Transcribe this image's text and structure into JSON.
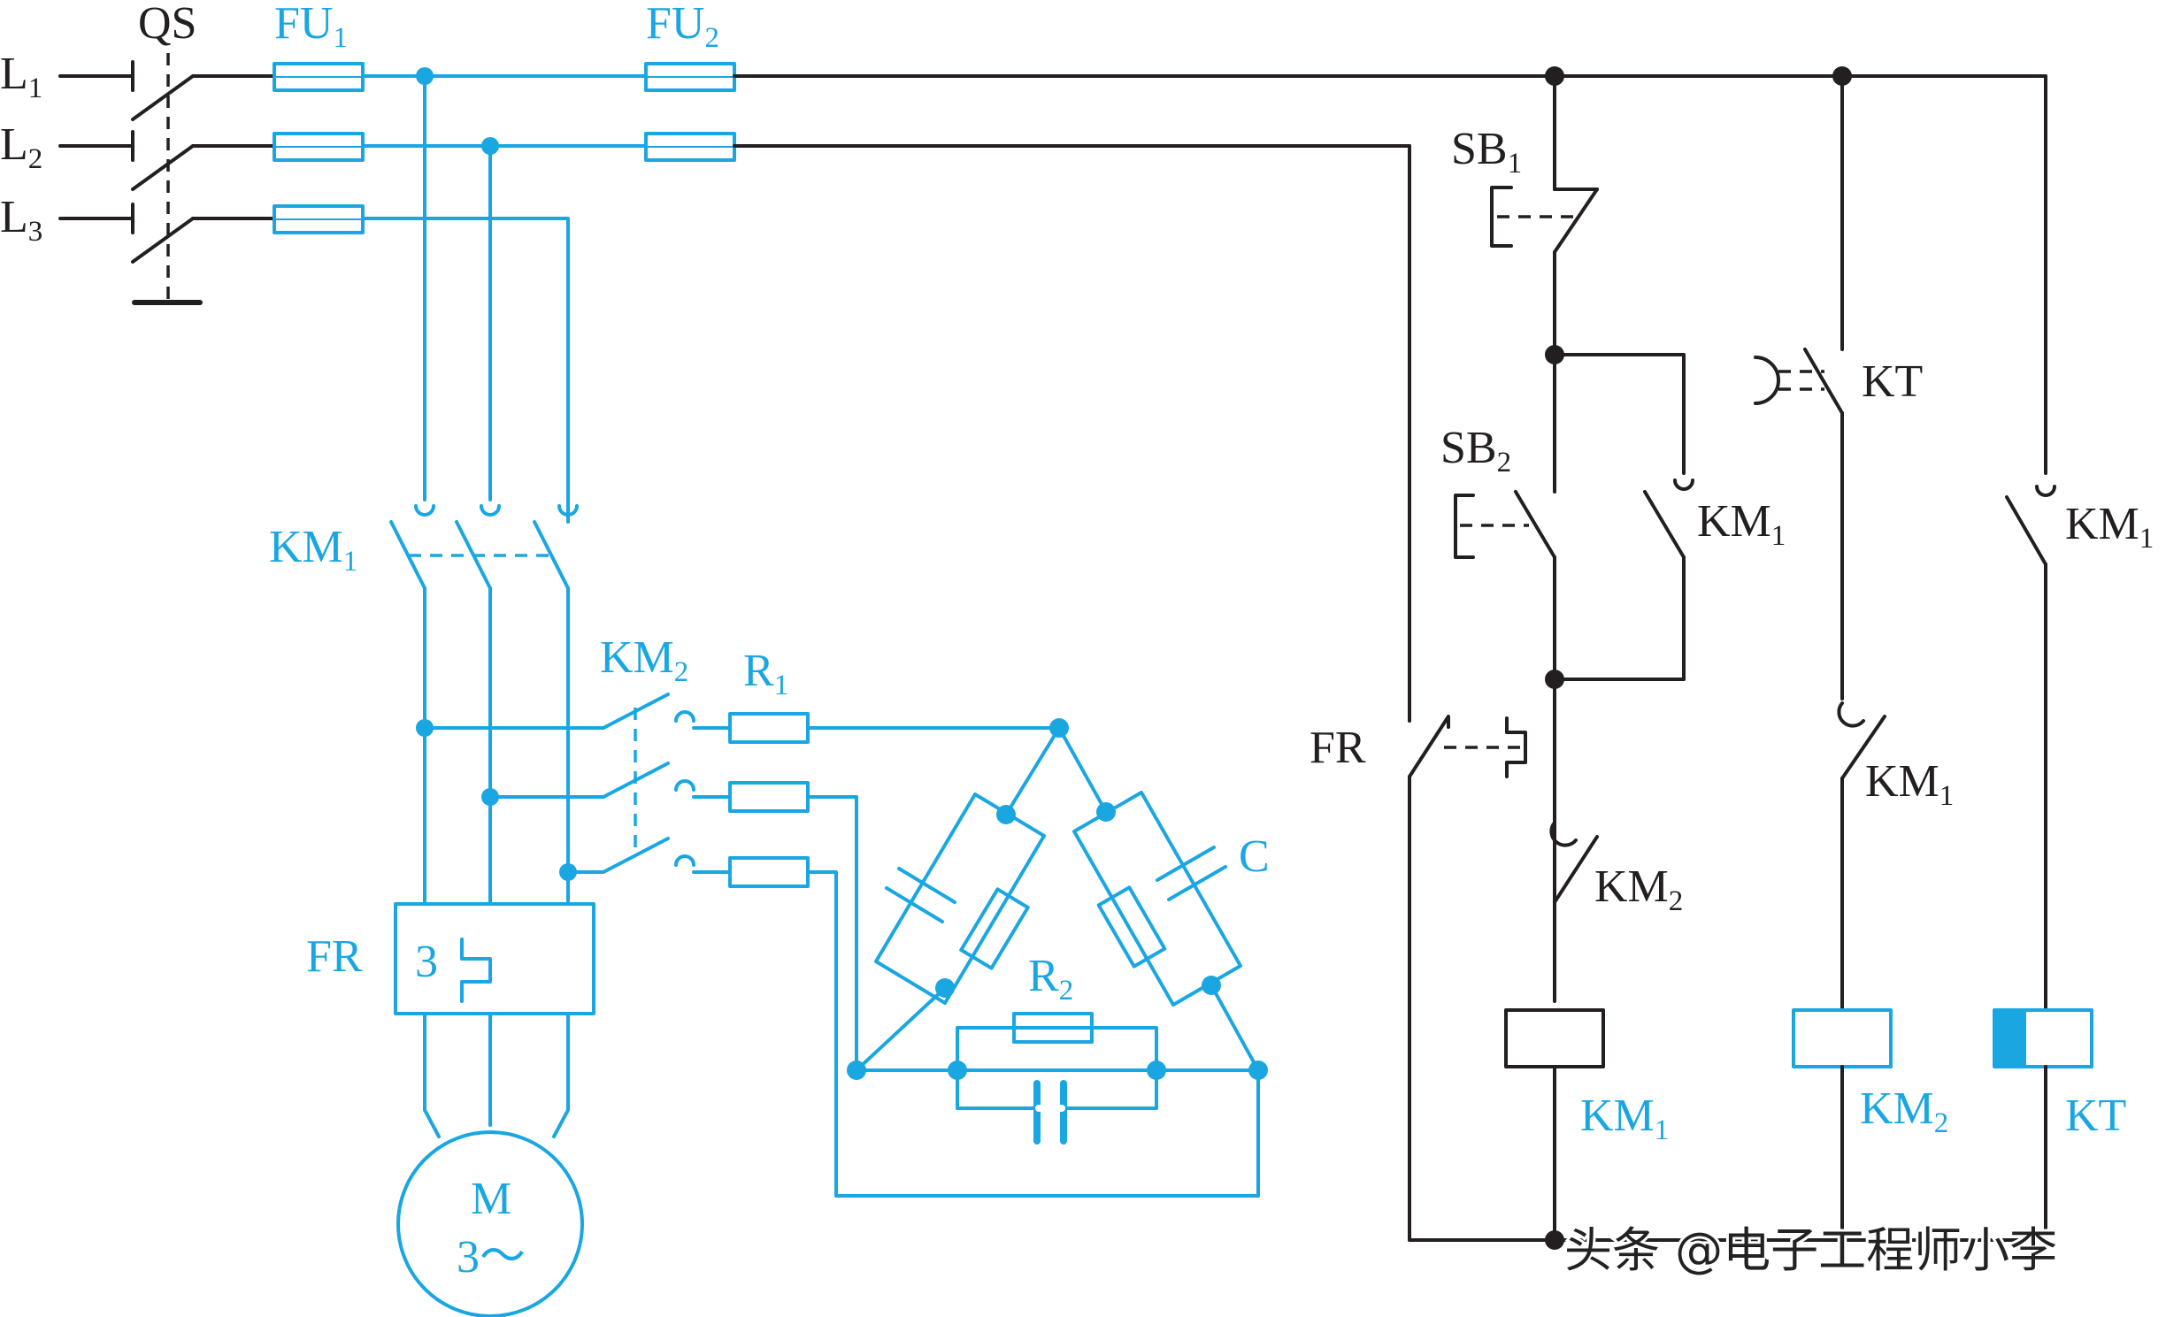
{
  "colors": {
    "power_circuit": "#1aa7e1",
    "control_circuit": "#231f20",
    "background": "#ffffff"
  },
  "labels": {
    "L1": {
      "main": "L",
      "sub": "1"
    },
    "L2": {
      "main": "L",
      "sub": "2"
    },
    "L3": {
      "main": "L",
      "sub": "3"
    },
    "QS": {
      "main": "QS",
      "sub": ""
    },
    "FU1": {
      "main": "FU",
      "sub": "1"
    },
    "FU2": {
      "main": "FU",
      "sub": "2"
    },
    "KM1_main": {
      "main": "KM",
      "sub": "1"
    },
    "KM2_main": {
      "main": "KM",
      "sub": "2"
    },
    "R1": {
      "main": "R",
      "sub": "1"
    },
    "R2": {
      "main": "R",
      "sub": "2"
    },
    "C": {
      "main": "C",
      "sub": ""
    },
    "FR_main": {
      "main": "FR",
      "sub": ""
    },
    "FR_count": {
      "main": "3",
      "sub": ""
    },
    "motor": {
      "line1": "M",
      "line2": "3～"
    },
    "SB1": {
      "main": "SB",
      "sub": "1"
    },
    "SB2": {
      "main": "SB",
      "sub": "2"
    },
    "KM1_hold": {
      "main": "KM",
      "sub": "1"
    },
    "FR_ctrl": {
      "main": "FR",
      "sub": ""
    },
    "KM2_nc": {
      "main": "KM",
      "sub": "2"
    },
    "KT_contact": {
      "main": "KT",
      "sub": ""
    },
    "KM1_nc": {
      "main": "KM",
      "sub": "1"
    },
    "KM1_kt": {
      "main": "KM",
      "sub": "1"
    },
    "coil_KM1": {
      "main": "KM",
      "sub": "1"
    },
    "coil_KM2": {
      "main": "KM",
      "sub": "2"
    },
    "coil_KT": {
      "main": "KT",
      "sub": ""
    }
  },
  "watermark": "头条 @电子工程师小李"
}
